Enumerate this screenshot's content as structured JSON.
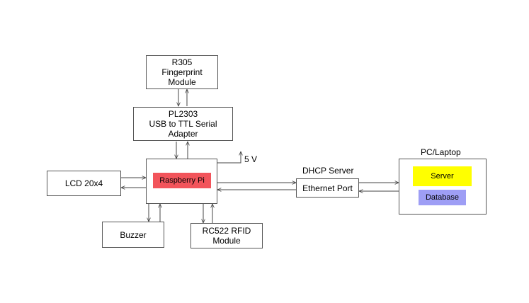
{
  "blocks": {
    "fingerprint": {
      "line1": "R305",
      "line2": "Fingerprint",
      "line3": "Module"
    },
    "usb_adapter": {
      "line1": "PL2303",
      "line2": "USB to TTL Serial",
      "line3": "Adapter"
    },
    "raspberry_pi": {
      "label": "Raspberry Pi"
    },
    "lcd": {
      "label": "LCD 20x4"
    },
    "buzzer": {
      "label": "Buzzer"
    },
    "rfid": {
      "line1": "RC522 RFID",
      "line2": "Module"
    },
    "ethernet": {
      "label": "Ethernet Port"
    },
    "pc": {
      "label": "PC/Laptop"
    },
    "server": {
      "label": "Server"
    },
    "database": {
      "label": "Database"
    }
  },
  "labels": {
    "power": "5 V",
    "dhcp": "DHCP Server"
  },
  "colors": {
    "raspberry_pi_fill": "#f2545b",
    "server_fill": "#ffff00",
    "database_fill": "#9e9ef5",
    "line": "#444444"
  }
}
